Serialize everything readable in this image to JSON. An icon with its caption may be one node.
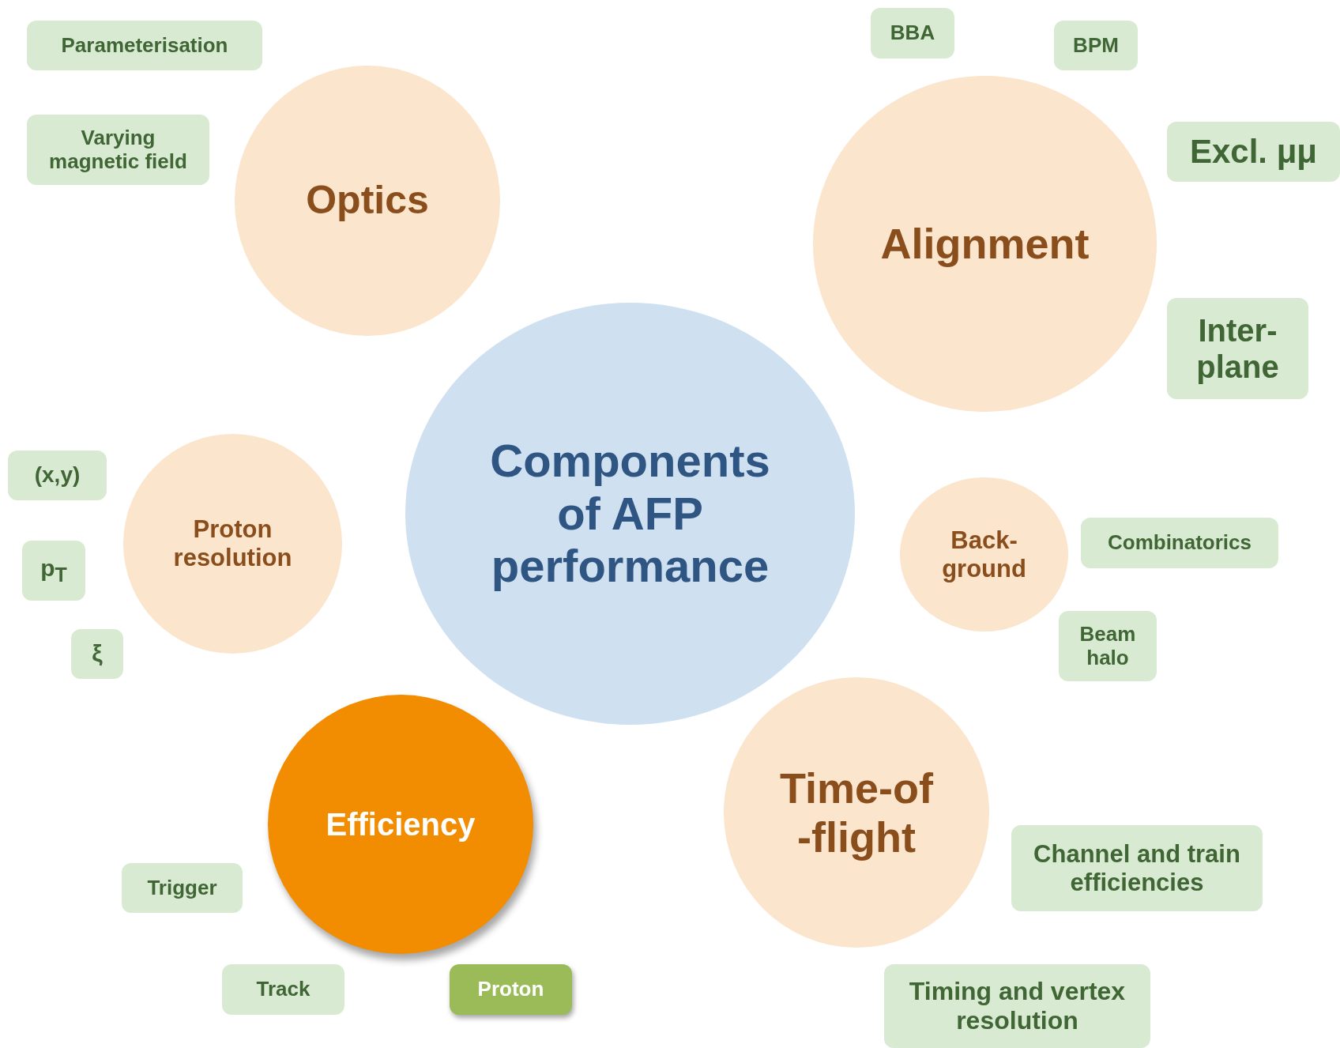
{
  "diagram": {
    "nodes": [
      {
        "text": [
          "Parameterisation"
        ]
      },
      {
        "text": [
          "BBA"
        ]
      },
      {
        "text": [
          "BPM"
        ]
      },
      {
        "text": [
          "Optics"
        ]
      },
      {
        "text": [
          "Alignment"
        ]
      },
      {
        "text": [
          "Varying magnetic field"
        ]
      },
      {
        "text": [
          "Excl. μμ"
        ]
      },
      {
        "text": [
          "Inter- plane"
        ]
      },
      {
        "text": [
          "Components of AFP performance"
        ]
      },
      {
        "text": [
          "(x,y)"
        ]
      },
      {
        "text": [
          "Proton resolution"
        ]
      },
      {
        "text": [
          "Back- ground"
        ]
      },
      {
        "text": [
          "Combinatorics"
        ]
      },
      {
        "text": [
          "p$_{T}$"
        ]
      },
      {
        "text": [
          "ξ"
        ]
      },
      {
        "text": [
          "Beam halo"
        ]
      },
      {
        "text": [
          "Time-of -flight"
        ]
      },
      {
        "text": [
          "Efficiency"
        ]
      },
      {
        "text": [
          "Channel and train efficiencies"
        ]
      },
      {
        "text": [
          "Trigger"
        ]
      },
      {
        "text": [
          "Track"
        ]
      },
      {
        "text": [
          "Proton"
        ]
      },
      {
        "text": [
          "Timing and vertex resolution"
        ]
      }
    ],
    "edges": []
  }
}
